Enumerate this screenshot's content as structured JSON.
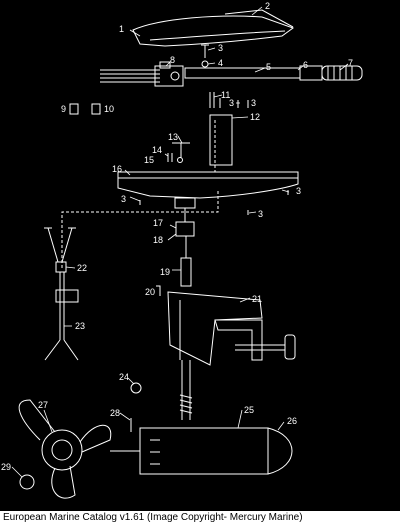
{
  "parts": [
    {
      "id": "p1",
      "label": "1"
    },
    {
      "id": "p2",
      "label": "2"
    },
    {
      "id": "p3a",
      "label": "3"
    },
    {
      "id": "p4",
      "label": "4"
    },
    {
      "id": "p5",
      "label": "5"
    },
    {
      "id": "p6",
      "label": "6"
    },
    {
      "id": "p7",
      "label": "7"
    },
    {
      "id": "p8",
      "label": "8"
    },
    {
      "id": "p9",
      "label": "9"
    },
    {
      "id": "p10",
      "label": "10"
    },
    {
      "id": "p11",
      "label": "11"
    },
    {
      "id": "p3b",
      "label": "3"
    },
    {
      "id": "p3c",
      "label": "3"
    },
    {
      "id": "p12",
      "label": "12"
    },
    {
      "id": "p13",
      "label": "13"
    },
    {
      "id": "p14",
      "label": "14"
    },
    {
      "id": "p15",
      "label": "15"
    },
    {
      "id": "p16",
      "label": "16"
    },
    {
      "id": "p3d",
      "label": "3"
    },
    {
      "id": "p3e",
      "label": "3"
    },
    {
      "id": "p3f",
      "label": "3"
    },
    {
      "id": "p17",
      "label": "17"
    },
    {
      "id": "p18",
      "label": "18"
    },
    {
      "id": "p19",
      "label": "19"
    },
    {
      "id": "p20",
      "label": "20"
    },
    {
      "id": "p21",
      "label": "21"
    },
    {
      "id": "p22",
      "label": "22"
    },
    {
      "id": "p23",
      "label": "23"
    },
    {
      "id": "p24",
      "label": "24"
    },
    {
      "id": "p25",
      "label": "25"
    },
    {
      "id": "p26",
      "label": "26"
    },
    {
      "id": "p27",
      "label": "27"
    },
    {
      "id": "p28",
      "label": "28"
    },
    {
      "id": "p29",
      "label": "29"
    }
  ],
  "caption": "European Marine Catalog v1.61 (Image Copyright- Mercury Marine)"
}
